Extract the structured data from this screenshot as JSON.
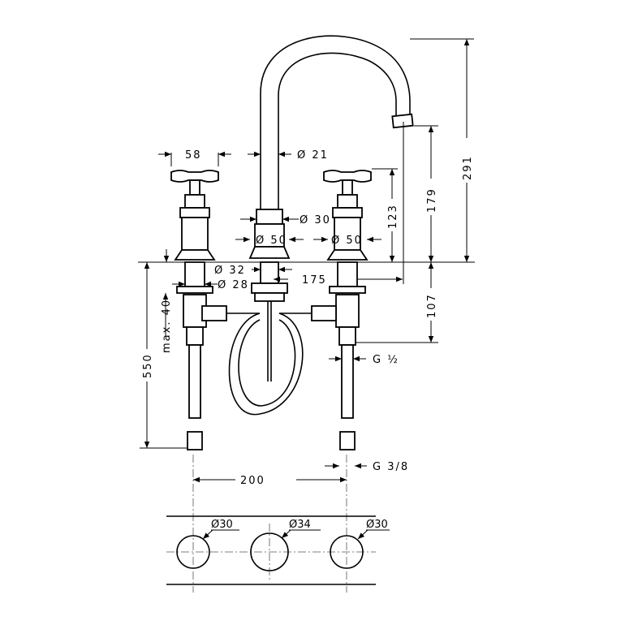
{
  "drawing": {
    "labels": {
      "handle_width": "58",
      "spout_diameter": "Ø 21",
      "spout_collar_diameter": "Ø 30",
      "spout_base_diameter": "Ø 50",
      "valve_base_diameter": "Ø 50",
      "shank_diameter_32": "Ø 32",
      "shank_diameter_28": "Ø 28",
      "spout_reach": "175",
      "max_deck_thickness": "max. 40",
      "total_height": "291",
      "spout_outlet_height": "179",
      "handle_height": "123",
      "below_deck_107": "107",
      "hose_length": "550",
      "thread_half": "G ½",
      "thread_3_8": "G 3/8",
      "center_spacing": "200"
    },
    "holes": [
      {
        "label": "Ø30"
      },
      {
        "label": "Ø34"
      },
      {
        "label": "Ø30"
      }
    ]
  }
}
